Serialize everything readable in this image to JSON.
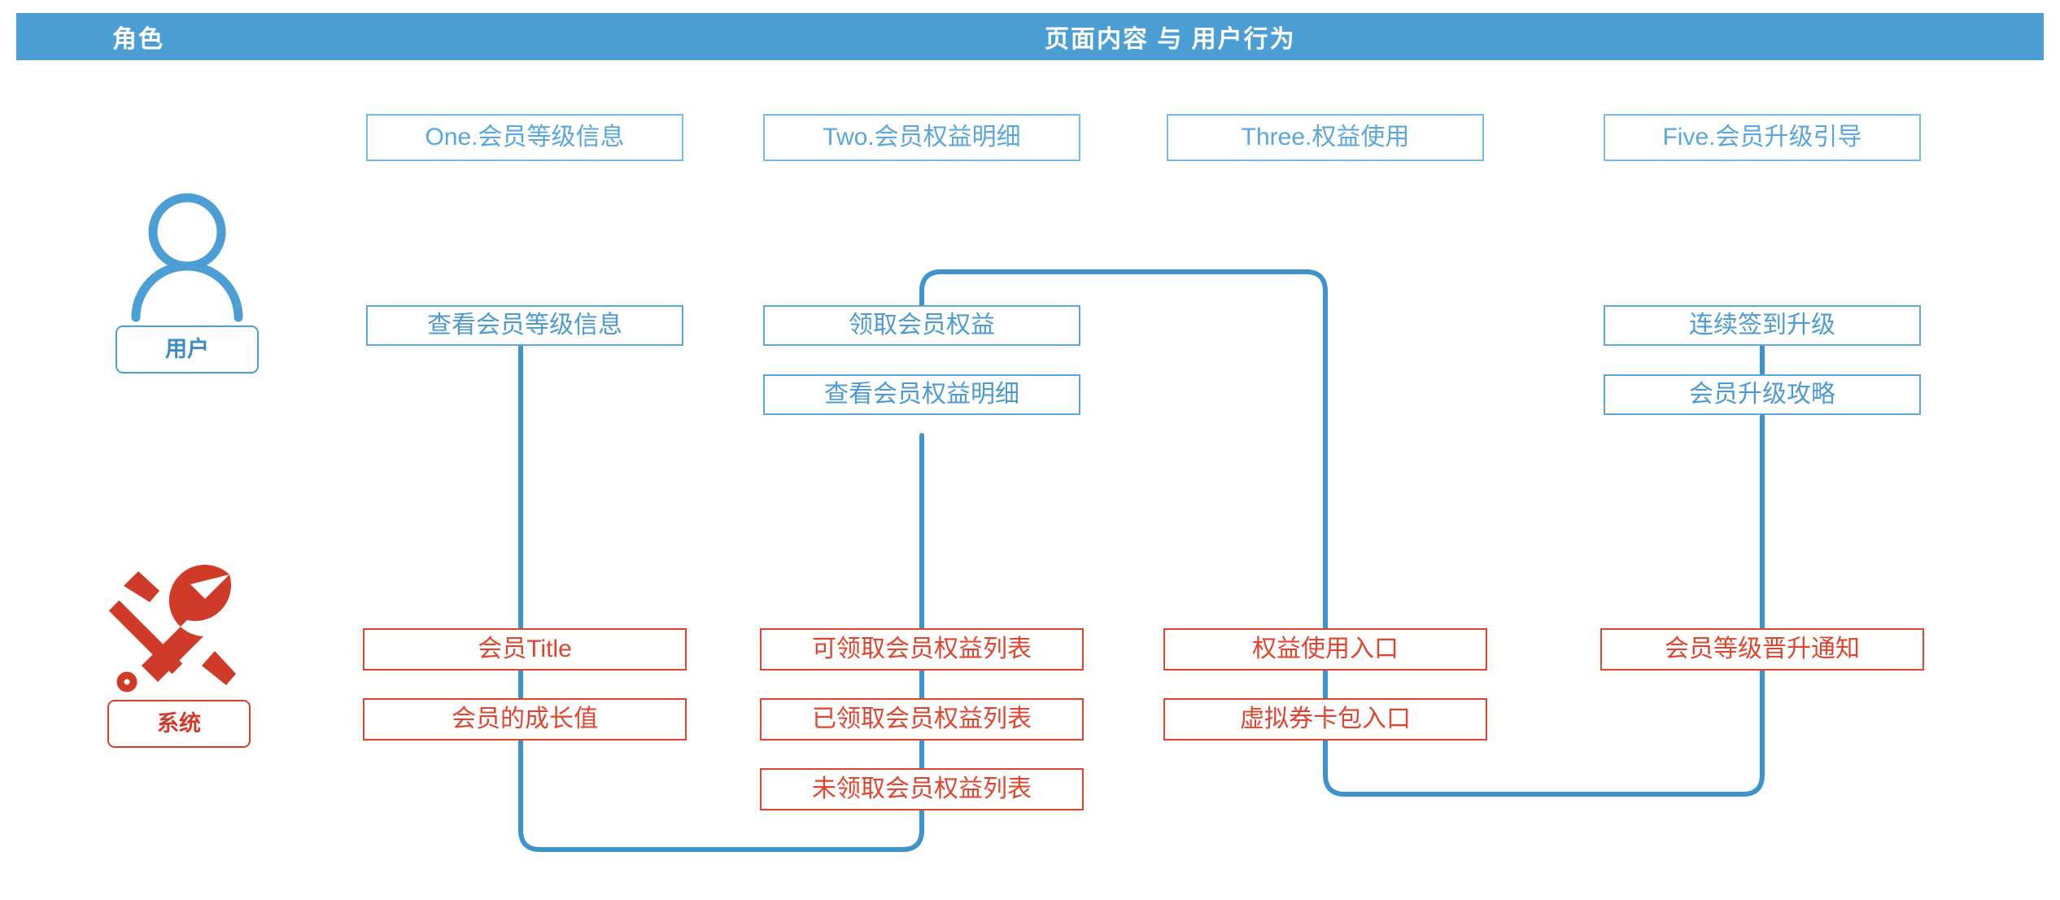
{
  "header": {
    "left_title": "角色",
    "center_title": "页面内容 与 用户行为",
    "bar_color": "#4c9fd4"
  },
  "colors": {
    "blue": "#4c9fd4",
    "blue_border": "#5aa8dd",
    "blue_text": "#4d9bd2",
    "red": "#e0452f",
    "red_text": "#cf3b28",
    "connector": "#3f93cd"
  },
  "roles": [
    {
      "id": "user",
      "label": "用户",
      "icon": "user-icon",
      "color": "#4c9fd4"
    },
    {
      "id": "system",
      "label": "系统",
      "icon": "tools-icon",
      "color": "#cf3b28"
    }
  ],
  "columns": [
    {
      "id": "one",
      "title": "One.会员等级信息",
      "user_actions": [
        "查看会员等级信息"
      ],
      "system_items": [
        "会员Title",
        "会员的成长值"
      ]
    },
    {
      "id": "two",
      "title": "Two.会员权益明细",
      "user_actions": [
        "领取会员权益",
        "查看会员权益明细"
      ],
      "system_items": [
        "可领取会员权益列表",
        "已领取会员权益列表",
        "未领取会员权益列表"
      ]
    },
    {
      "id": "three",
      "title": "Three.权益使用",
      "user_actions": [],
      "system_items": [
        "权益使用入口",
        "虚拟券卡包入口"
      ]
    },
    {
      "id": "five",
      "title": "Five.会员升级引导",
      "user_actions": [
        "连续签到升级",
        "会员升级攻略"
      ],
      "system_items": [
        "会员等级晋升通知"
      ]
    }
  ],
  "chart_data": {
    "type": "diagram",
    "title": "会员体系 页面内容与用户行为 流程图",
    "lanes": [
      "用户",
      "系统"
    ],
    "stages": [
      "One.会员等级信息",
      "Two.会员权益明细",
      "Three.权益使用",
      "Five.会员升级引导"
    ],
    "connectors": [
      {
        "from": "查看会员等级信息",
        "to": "会员Title / 会员的成长值",
        "style": "vertical"
      },
      {
        "from": "会员的成长值",
        "to": "查看会员权益明细",
        "style": "elbow-rounded-bottom"
      },
      {
        "from": "领取会员权益",
        "to": "权益使用入口 / 虚拟券卡包入口",
        "style": "elbow-rounded-top"
      },
      {
        "from": "虚拟券卡包入口",
        "to": "会员等级晋升通知",
        "style": "elbow-rounded-bottom"
      },
      {
        "from": "连续签到升级",
        "to": "会员升级攻略 / 会员等级晋升通知",
        "style": "vertical"
      }
    ]
  }
}
